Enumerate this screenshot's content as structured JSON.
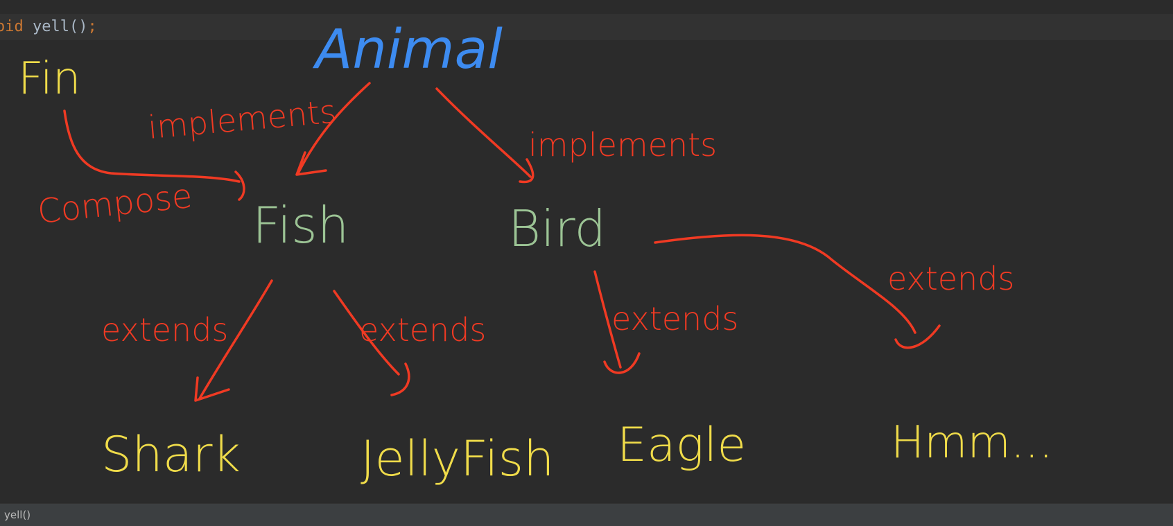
{
  "editor": {
    "code_line": {
      "keyword": "oid",
      "method": "yell",
      "parens": "()",
      "semicolon": ";"
    }
  },
  "diagram": {
    "nodes": {
      "animal": "Animal",
      "fin": "Fin",
      "fish": "Fish",
      "bird": "Bird",
      "shark": "Shark",
      "jellyfish": "JellyFish",
      "eagle": "Eagle",
      "hmm": "Hmm..."
    },
    "edges": {
      "animal_fish": "implements",
      "animal_bird": "implements",
      "fin_fish": "Compose",
      "fish_shark": "extends",
      "fish_jellyfish": "extends",
      "bird_eagle": "extends",
      "bird_hmm": "extends"
    },
    "colors": {
      "interface": "#3d8bf0",
      "base_class": "#9cc495",
      "leaf_class": "#f0dc4a",
      "relation": "#f03a23"
    }
  },
  "status_bar": {
    "text": "yell()"
  }
}
